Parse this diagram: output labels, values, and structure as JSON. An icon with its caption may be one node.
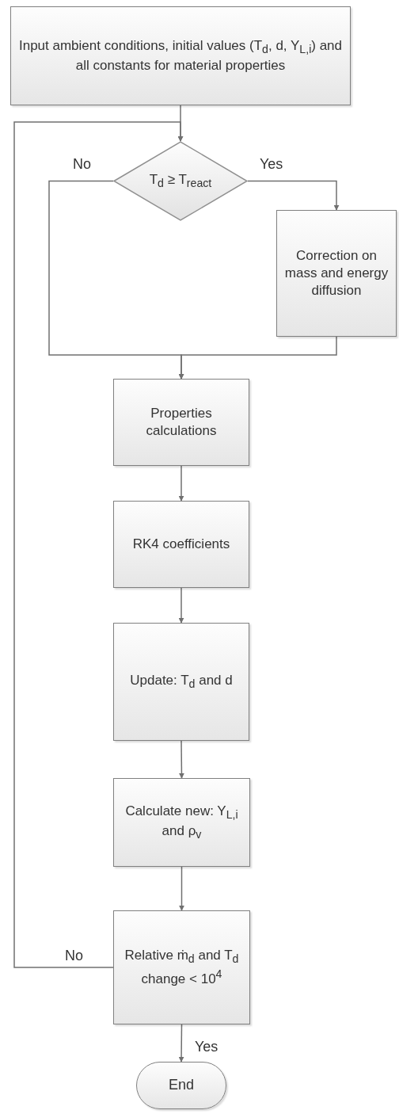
{
  "diagram": {
    "nodes": [
      {
        "text": [
          "Input ambient conditions, initial values (T$_{d}$, d, Y$_{L,i}$) and all constants for material properties"
        ]
      },
      {
        "text": [
          "T$_{d}$ ≥ T$_{react}$"
        ]
      },
      {
        "text": [
          "Correction on mass and energy diffusion"
        ]
      },
      {
        "text": [
          "Properties calculations"
        ]
      },
      {
        "text": [
          "RK4 coefficients"
        ]
      },
      {
        "text": [
          "Update: T$_{d}$ and d"
        ]
      },
      {
        "text": [
          "Calculate new: Y$_{L,i}$ and ρ$_{v}$"
        ]
      },
      {
        "text": [
          "Relative ṁ$_{d}$ and T$_{d}$ change < 10$^{4}$"
        ]
      },
      {
        "text": [
          "End"
        ]
      }
    ],
    "edges": [
      {
        "from": 0,
        "to": 1,
        "arrow": "to"
      },
      {
        "from": 1,
        "to": 2,
        "arrow": "to",
        "label": "Yes"
      },
      {
        "from": 1,
        "to": 3,
        "arrow": "to",
        "label": "No"
      },
      {
        "from": 2,
        "to": 3,
        "arrow": "to"
      },
      {
        "from": 3,
        "to": 4,
        "arrow": "to"
      },
      {
        "from": 4,
        "to": 5,
        "arrow": "to"
      },
      {
        "from": 5,
        "to": 6,
        "arrow": "to"
      },
      {
        "from": 6,
        "to": 7,
        "arrow": "to"
      },
      {
        "from": 7,
        "to": 8,
        "arrow": "to",
        "label": "Yes"
      },
      {
        "from": 7,
        "to": 1,
        "arrow": "to",
        "label": "No"
      }
    ]
  }
}
